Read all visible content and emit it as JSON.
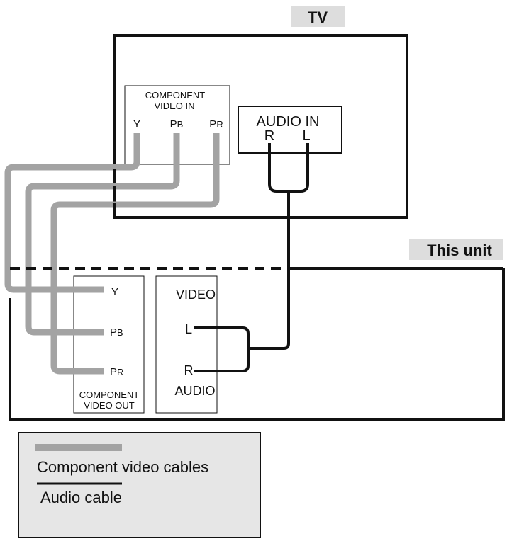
{
  "tv": {
    "title": "TV",
    "component_in": {
      "line1": "COMPONENT",
      "line2": "VIDEO IN",
      "y": "Y",
      "pb_main": "P",
      "pb_sub": "B",
      "pr_main": "P",
      "pr_sub": "R"
    },
    "audio_in": {
      "title": "AUDIO IN",
      "r": "R",
      "l": "L"
    }
  },
  "unit": {
    "title": "This unit",
    "component_out": {
      "y": "Y",
      "pb_main": "P",
      "pb_sub": "B",
      "pr_main": "P",
      "pr_sub": "R",
      "line1": "COMPONENT",
      "line2": "VIDEO OUT"
    },
    "audio_out": {
      "video": "VIDEO",
      "l": "L",
      "r": "R",
      "audio": "AUDIO"
    }
  },
  "legend": {
    "component": "Component video cables",
    "audio": "Audio cable"
  },
  "colors": {
    "component_cable": "#a3a3a3",
    "audio_cable": "#111111",
    "label_bg": "#dddddd",
    "legend_bg": "#e6e6e6"
  }
}
